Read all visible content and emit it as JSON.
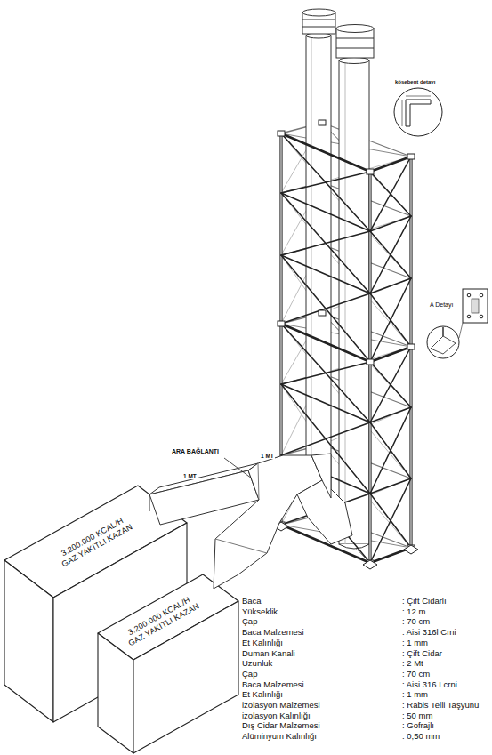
{
  "diagram": {
    "nodes": [
      {
        "text": [
          "3.200.000 KCAL/H",
          "GAZ YAKITLI KAZAN"
        ]
      },
      {
        "text": [
          "3.200.000 KCAL/H",
          "GAZ YAKITLI KAZAN"
        ]
      }
    ],
    "labels": [
      "köşebent detayı",
      "A Detayı",
      "ARA BAĞLANTI",
      "1 MT",
      "1 MT",
      "Baca",
      ": Çift Cidarlı",
      "Yükseklik",
      ": 12 m",
      "Çap",
      ": 70 cm",
      "Baca Malzemesi",
      ": Aisi 316l Crni",
      "Et Kalınlığı",
      ": 1 mm",
      "Duman Kanali",
      ": Çift Cidar",
      "Uzunluk",
      ": 2 Mt",
      "Çap",
      ": 70 cm",
      "Baca Malzemesi",
      ": Aisi 316 Lcrni",
      "Et Kalınlığı",
      ": 1 mm",
      "izolasyon Malzemesi",
      ": Rabis Telli Taşyünü",
      "izolasyon Kalınlığı",
      ": 50 mm",
      "Dış Cidar Malzemesi",
      ": Gofrajlı",
      "Alüminyum Kalınlığı",
      ": 0,50 mm"
    ]
  }
}
